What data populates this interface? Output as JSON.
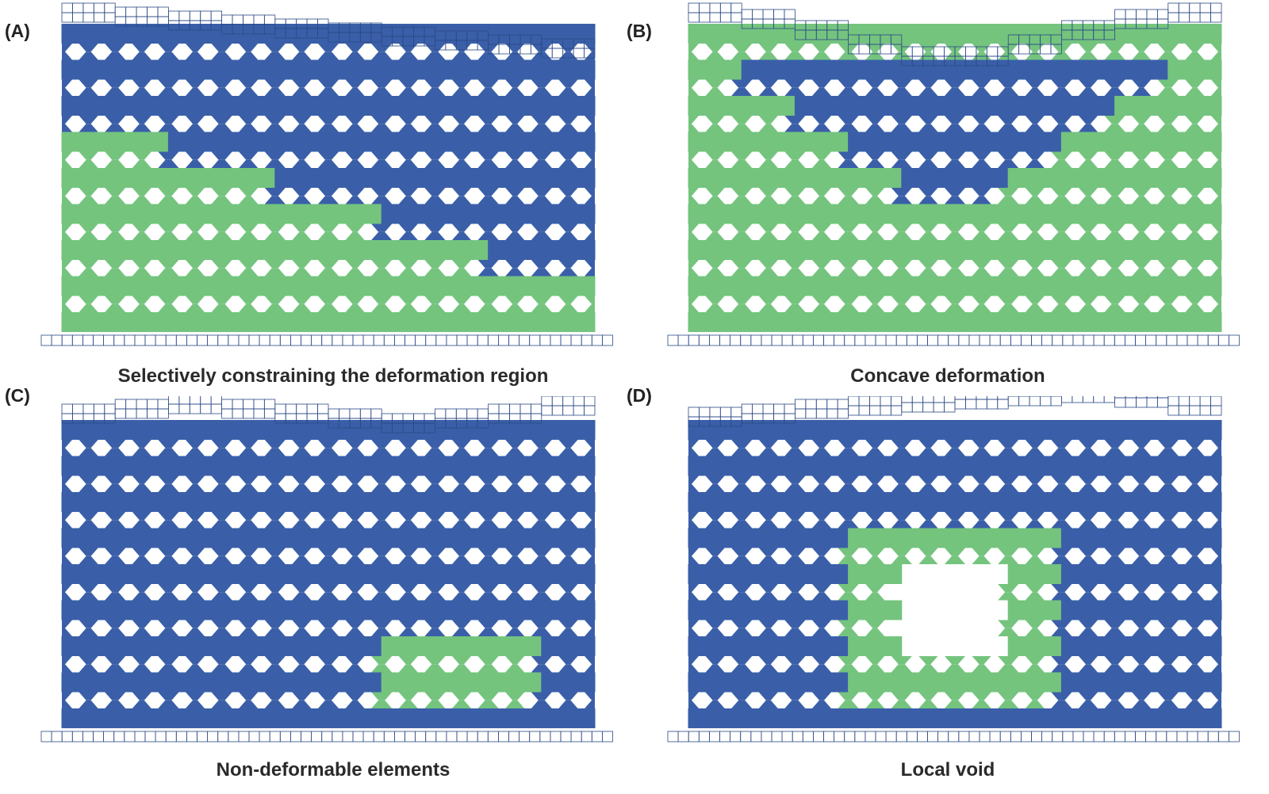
{
  "colors": {
    "deformable": "#3a5fa8",
    "constrained": "#74c47e",
    "plate_stroke": "#2c4a86"
  },
  "panels": [
    {
      "id": "A",
      "label": "(A)",
      "caption": "Selectively constraining the deformation region"
    },
    {
      "id": "B",
      "label": "(B)",
      "caption": "Concave deformation"
    },
    {
      "id": "C",
      "label": "(C)",
      "caption": "Non-deformable elements"
    },
    {
      "id": "D",
      "label": "(D)",
      "caption": "Local void"
    }
  ]
}
